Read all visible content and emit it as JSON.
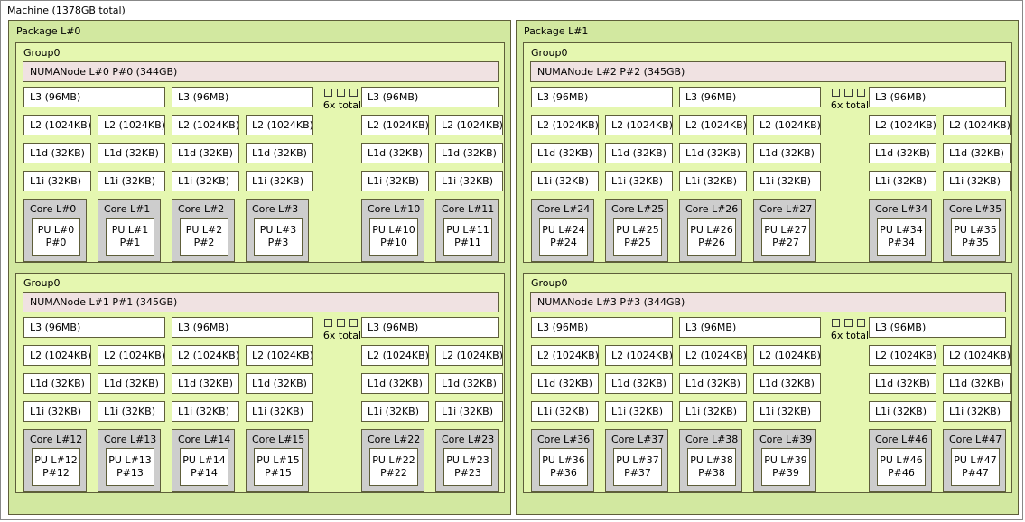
{
  "machine": {
    "label": "Machine (1378GB total)"
  },
  "colors": {
    "machine_bg": "#ffffff",
    "machine_border": "#888888",
    "package_bg": "#d2e8a0",
    "group_bg": "#e5f7b0",
    "numanode_bg": "#f0e2e2",
    "cache_bg": "#ffffff",
    "core_bg": "#cdcdcd",
    "pu_bg": "#ffffff",
    "box_border": "#5e5e3a",
    "text": "#000000"
  },
  "legend": {
    "ellipsis_note": "6x total",
    "ellipsis_icon": "small-square-icon",
    "ellipsis_square_count": 3
  },
  "cache_labels": {
    "l3": "L3 (96MB)",
    "l2": "L2 (1024KB)",
    "l1d": "L1d (32KB)",
    "l1i": "L1i (32KB)"
  },
  "packages": [
    {
      "label": "Package L#0",
      "groups": [
        {
          "label": "Group0",
          "numanode": "NUMANode L#0 P#0 (344GB)",
          "l3": [
            "L3 (96MB)",
            "L3 (96MB)",
            "L3 (96MB)"
          ],
          "l2": [
            "L2 (1024KB)",
            "L2 (1024KB)",
            "L2 (1024KB)",
            "L2 (1024KB)",
            "L2 (1024KB)",
            "L2 (1024KB)"
          ],
          "l1d": [
            "L1d (32KB)",
            "L1d (32KB)",
            "L1d (32KB)",
            "L1d (32KB)",
            "L1d (32KB)",
            "L1d (32KB)"
          ],
          "l1i": [
            "L1i (32KB)",
            "L1i (32KB)",
            "L1i (32KB)",
            "L1i (32KB)",
            "L1i (32KB)",
            "L1i (32KB)"
          ],
          "cores": [
            {
              "label": "Core L#0",
              "pu_l": "PU L#0",
              "pu_p": "P#0"
            },
            {
              "label": "Core L#1",
              "pu_l": "PU L#1",
              "pu_p": "P#1"
            },
            {
              "label": "Core L#2",
              "pu_l": "PU L#2",
              "pu_p": "P#2"
            },
            {
              "label": "Core L#3",
              "pu_l": "PU L#3",
              "pu_p": "P#3"
            },
            {
              "label": "Core L#10",
              "pu_l": "PU L#10",
              "pu_p": "P#10"
            },
            {
              "label": "Core L#11",
              "pu_l": "PU L#11",
              "pu_p": "P#11"
            }
          ]
        },
        {
          "label": "Group0",
          "numanode": "NUMANode L#1 P#1 (345GB)",
          "l3": [
            "L3 (96MB)",
            "L3 (96MB)",
            "L3 (96MB)"
          ],
          "l2": [
            "L2 (1024KB)",
            "L2 (1024KB)",
            "L2 (1024KB)",
            "L2 (1024KB)",
            "L2 (1024KB)",
            "L2 (1024KB)"
          ],
          "l1d": [
            "L1d (32KB)",
            "L1d (32KB)",
            "L1d (32KB)",
            "L1d (32KB)",
            "L1d (32KB)",
            "L1d (32KB)"
          ],
          "l1i": [
            "L1i (32KB)",
            "L1i (32KB)",
            "L1i (32KB)",
            "L1i (32KB)",
            "L1i (32KB)",
            "L1i (32KB)"
          ],
          "cores": [
            {
              "label": "Core L#12",
              "pu_l": "PU L#12",
              "pu_p": "P#12"
            },
            {
              "label": "Core L#13",
              "pu_l": "PU L#13",
              "pu_p": "P#13"
            },
            {
              "label": "Core L#14",
              "pu_l": "PU L#14",
              "pu_p": "P#14"
            },
            {
              "label": "Core L#15",
              "pu_l": "PU L#15",
              "pu_p": "P#15"
            },
            {
              "label": "Core L#22",
              "pu_l": "PU L#22",
              "pu_p": "P#22"
            },
            {
              "label": "Core L#23",
              "pu_l": "PU L#23",
              "pu_p": "P#23"
            }
          ]
        }
      ]
    },
    {
      "label": "Package L#1",
      "groups": [
        {
          "label": "Group0",
          "numanode": "NUMANode L#2 P#2 (345GB)",
          "l3": [
            "L3 (96MB)",
            "L3 (96MB)",
            "L3 (96MB)"
          ],
          "l2": [
            "L2 (1024KB)",
            "L2 (1024KB)",
            "L2 (1024KB)",
            "L2 (1024KB)",
            "L2 (1024KB)",
            "L2 (1024KB)"
          ],
          "l1d": [
            "L1d (32KB)",
            "L1d (32KB)",
            "L1d (32KB)",
            "L1d (32KB)",
            "L1d (32KB)",
            "L1d (32KB)"
          ],
          "l1i": [
            "L1i (32KB)",
            "L1i (32KB)",
            "L1i (32KB)",
            "L1i (32KB)",
            "L1i (32KB)",
            "L1i (32KB)"
          ],
          "cores": [
            {
              "label": "Core L#24",
              "pu_l": "PU L#24",
              "pu_p": "P#24"
            },
            {
              "label": "Core L#25",
              "pu_l": "PU L#25",
              "pu_p": "P#25"
            },
            {
              "label": "Core L#26",
              "pu_l": "PU L#26",
              "pu_p": "P#26"
            },
            {
              "label": "Core L#27",
              "pu_l": "PU L#27",
              "pu_p": "P#27"
            },
            {
              "label": "Core L#34",
              "pu_l": "PU L#34",
              "pu_p": "P#34"
            },
            {
              "label": "Core L#35",
              "pu_l": "PU L#35",
              "pu_p": "P#35"
            }
          ]
        },
        {
          "label": "Group0",
          "numanode": "NUMANode L#3 P#3 (344GB)",
          "l3": [
            "L3 (96MB)",
            "L3 (96MB)",
            "L3 (96MB)"
          ],
          "l2": [
            "L2 (1024KB)",
            "L2 (1024KB)",
            "L2 (1024KB)",
            "L2 (1024KB)",
            "L2 (1024KB)",
            "L2 (1024KB)"
          ],
          "l1d": [
            "L1d (32KB)",
            "L1d (32KB)",
            "L1d (32KB)",
            "L1d (32KB)",
            "L1d (32KB)",
            "L1d (32KB)"
          ],
          "l1i": [
            "L1i (32KB)",
            "L1i (32KB)",
            "L1i (32KB)",
            "L1i (32KB)",
            "L1i (32KB)",
            "L1i (32KB)"
          ],
          "cores": [
            {
              "label": "Core L#36",
              "pu_l": "PU L#36",
              "pu_p": "P#36"
            },
            {
              "label": "Core L#37",
              "pu_l": "PU L#37",
              "pu_p": "P#37"
            },
            {
              "label": "Core L#38",
              "pu_l": "PU L#38",
              "pu_p": "P#38"
            },
            {
              "label": "Core L#39",
              "pu_l": "PU L#39",
              "pu_p": "P#39"
            },
            {
              "label": "Core L#46",
              "pu_l": "PU L#46",
              "pu_p": "P#46"
            },
            {
              "label": "Core L#47",
              "pu_l": "PU L#47",
              "pu_p": "P#47"
            }
          ]
        }
      ]
    }
  ]
}
